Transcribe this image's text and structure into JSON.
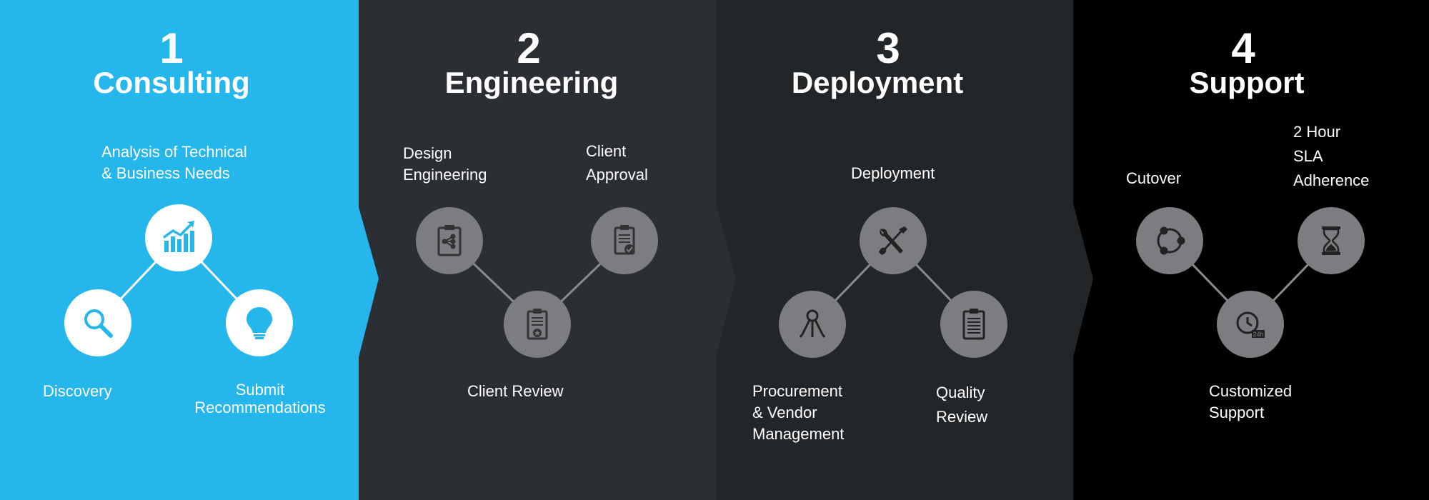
{
  "colors": {
    "consulting_bg": "#25b6ec",
    "engineering_bg": "#2b2f34",
    "deployment_bg": "#232629",
    "support_bg": "#000000",
    "icon_white": "#ffffff",
    "icon_grey": "#7c7d80",
    "connector_white": "#ffffff",
    "connector_grey": "#8a8b8e"
  },
  "phases": [
    {
      "number": "1",
      "title": "Consulting",
      "nodes": [
        {
          "label": "Analysis of Technical\n& Business Needs",
          "icon": "bar-chart-trend-icon"
        },
        {
          "label": "Discovery",
          "icon": "magnifier-icon"
        },
        {
          "label": "Submit\nRecommendations",
          "icon": "lightbulb-icon"
        }
      ]
    },
    {
      "number": "2",
      "title": "Engineering",
      "nodes": [
        {
          "label": "Design\nEngineering",
          "icon": "clipboard-diagram-icon"
        },
        {
          "label": "Client Review",
          "icon": "clipboard-star-icon"
        },
        {
          "label": "Client\nApproval",
          "icon": "clipboard-check-icon"
        }
      ]
    },
    {
      "number": "3",
      "title": "Deployment",
      "nodes": [
        {
          "label": "Deployment",
          "icon": "wrench-screwdriver-icon"
        },
        {
          "label": "Procurement\n& Vendor\nManagement",
          "icon": "keys-icon"
        },
        {
          "label": "Quality\nReview",
          "icon": "clipboard-list-icon"
        }
      ]
    },
    {
      "number": "4",
      "title": "Support",
      "nodes": [
        {
          "label": "Cutover",
          "icon": "cycle-arrows-icon"
        },
        {
          "label": "Customized\nSupport",
          "icon": "clock-24-icon"
        },
        {
          "label": "2 Hour\nSLA\nAdherence",
          "icon": "hourglass-icon"
        }
      ]
    }
  ]
}
